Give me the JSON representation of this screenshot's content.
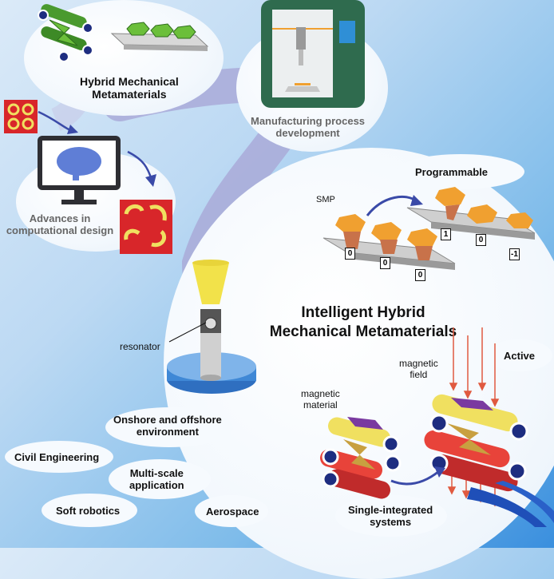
{
  "hybrid": {
    "title_line1": "Hybrid Mechanical",
    "title_line2": "Metamaterials"
  },
  "manufacturing": {
    "line1": "Manufacturing process",
    "line2": "development"
  },
  "computational": {
    "line1": "Advances in",
    "line2": "computational design"
  },
  "programmable": {
    "label": "Programmable",
    "smp_label": "SMP",
    "bits_top": [
      "1",
      "0",
      "-1"
    ],
    "bits_bottom": [
      "0",
      "0",
      "0"
    ]
  },
  "main": {
    "line1": "Intelligent Hybrid",
    "line2": "Mechanical Metamaterials"
  },
  "resonator": {
    "label": "resonator"
  },
  "onshore": {
    "line1": "Onshore and offshore",
    "line2": "environment"
  },
  "active": {
    "label": "Active",
    "field_line1": "magnetic",
    "field_line2": "field",
    "material_line1": "magnetic",
    "material_line2": "material"
  },
  "applications": {
    "civil": "Civil Engineering",
    "multiscale_line1": "Multi-scale",
    "multiscale_line2": "application",
    "soft": "Soft robotics",
    "aero": "Aerospace",
    "single_line1": "Single-integrated",
    "single_line2": "systems"
  },
  "colors": {
    "green": "#4a9a2e",
    "orange": "#f0a030",
    "yellow": "#f0e060",
    "purple": "#7a3aa0",
    "red": "#d8262a",
    "navy": "#1e2d80",
    "pathway": "#a8a9d6"
  }
}
